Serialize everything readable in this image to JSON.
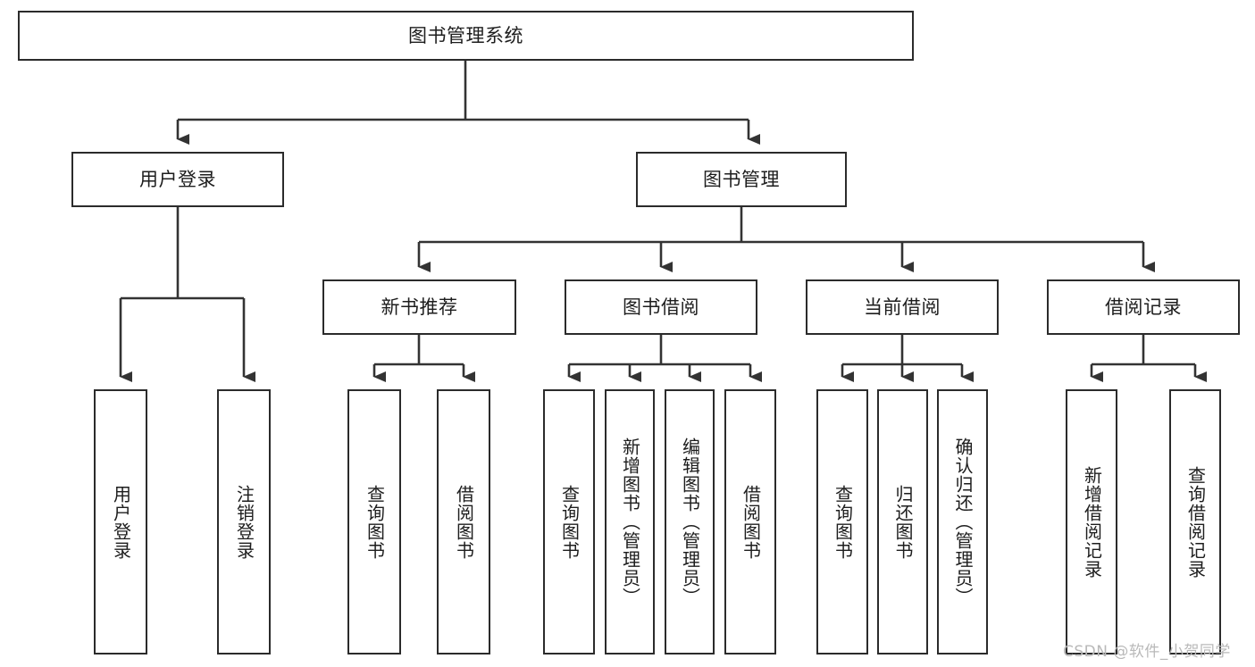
{
  "diagram": {
    "type": "tree-hierarchy",
    "title": "图书管理系统",
    "orientation": "top-down",
    "colors": {
      "border": "#2b2b2b",
      "background": "#ffffff",
      "text": "#1d1d1d",
      "edge": "#333333",
      "watermark": "#b9b9b9"
    },
    "levels": [
      {
        "level": 1,
        "nodes": [
          {
            "id": "root",
            "label": "图书管理系统",
            "orientation": "horizontal"
          }
        ]
      },
      {
        "level": 2,
        "nodes": [
          {
            "id": "login",
            "label": "用户登录",
            "orientation": "horizontal",
            "parent": "root"
          },
          {
            "id": "bookmgmt",
            "label": "图书管理",
            "orientation": "horizontal",
            "parent": "root"
          }
        ]
      },
      {
        "level": 3,
        "nodes": [
          {
            "id": "newbook",
            "label": "新书推荐",
            "orientation": "horizontal",
            "parent": "bookmgmt"
          },
          {
            "id": "borrow",
            "label": "图书借阅",
            "orientation": "horizontal",
            "parent": "bookmgmt"
          },
          {
            "id": "current",
            "label": "当前借阅",
            "orientation": "horizontal",
            "parent": "bookmgmt"
          },
          {
            "id": "records",
            "label": "借阅记录",
            "orientation": "horizontal",
            "parent": "bookmgmt"
          }
        ]
      },
      {
        "level": 4,
        "nodes": [
          {
            "id": "leaf1",
            "label": "用户登录",
            "orientation": "vertical",
            "parent": "login"
          },
          {
            "id": "leaf2",
            "label": "注销登录",
            "orientation": "vertical",
            "parent": "login"
          },
          {
            "id": "leaf3",
            "label": "查询图书",
            "orientation": "vertical",
            "parent": "newbook"
          },
          {
            "id": "leaf4",
            "label": "借阅图书",
            "orientation": "vertical",
            "parent": "newbook"
          },
          {
            "id": "leaf5",
            "label": "查询图书",
            "orientation": "vertical",
            "parent": "borrow"
          },
          {
            "id": "leaf6",
            "label": "新增图书（管理员）",
            "orientation": "vertical",
            "parent": "borrow"
          },
          {
            "id": "leaf7",
            "label": "编辑图书（管理员）",
            "orientation": "vertical",
            "parent": "borrow"
          },
          {
            "id": "leaf8",
            "label": "借阅图书",
            "orientation": "vertical",
            "parent": "borrow"
          },
          {
            "id": "leaf9",
            "label": "查询图书",
            "orientation": "vertical",
            "parent": "current"
          },
          {
            "id": "leaf10",
            "label": "归还图书",
            "orientation": "vertical",
            "parent": "current"
          },
          {
            "id": "leaf11",
            "label": "确认归还（管理员）",
            "orientation": "vertical",
            "parent": "current"
          },
          {
            "id": "leaf12",
            "label": "新增借阅记录",
            "orientation": "vertical",
            "parent": "records"
          },
          {
            "id": "leaf13",
            "label": "查询借阅记录",
            "orientation": "vertical",
            "parent": "records"
          }
        ]
      }
    ]
  },
  "watermark": {
    "text": "CSDN @软件_小贺同学"
  }
}
